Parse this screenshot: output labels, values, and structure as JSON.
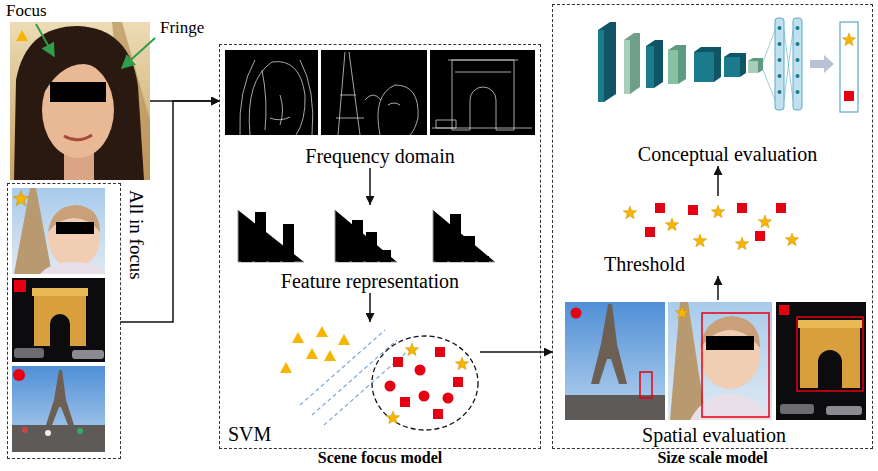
{
  "diagram": {
    "nodes": [
      {
        "text": [
          "Focus",
          "Fringe"
        ]
      },
      {
        "text": [
          "All in focus"
        ]
      },
      {
        "text": [
          "Scene focus model"
        ]
      },
      {
        "text": [
          "Frequency domain"
        ],
        "in": 2
      },
      {
        "text": [
          "Feature representation"
        ],
        "in": 2
      },
      {
        "text": [
          "SVM"
        ],
        "in": 2
      },
      {
        "text": [
          "Size scale model"
        ]
      },
      {
        "text": [
          "Conceptual evaluation"
        ],
        "in": 6
      },
      {
        "text": [
          "Threshold"
        ],
        "in": 6
      },
      {
        "text": [
          "Spatial evaluation"
        ],
        "in": 6
      }
    ],
    "edges": [
      {
        "from": 0,
        "to": 2,
        "arrow": "to"
      },
      {
        "from": 1,
        "to": 2,
        "arrow": "to"
      },
      {
        "from": 3,
        "to": 4,
        "arrow": "to"
      },
      {
        "from": 4,
        "to": 5,
        "arrow": "to"
      },
      {
        "from": 5,
        "to": 6,
        "arrow": "to"
      },
      {
        "from": 9,
        "to": 8,
        "arrow": "to"
      },
      {
        "from": 8,
        "to": 7,
        "arrow": "to"
      }
    ]
  }
}
